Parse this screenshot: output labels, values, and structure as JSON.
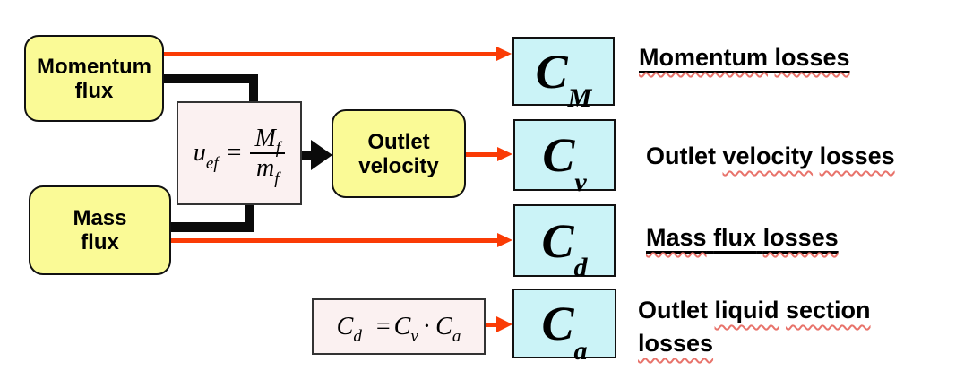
{
  "colors": {
    "box_yellow": "#FAFA96",
    "box_cyan": "#CBF3F7",
    "formula_bg": "#FBF1F1",
    "arrow_red": "#FA3B05",
    "connector_black": "#0A0A0A",
    "squiggle_red": "#E8736B"
  },
  "nodes": {
    "momentum_flux": {
      "line1": "Momentum",
      "line2": "flux"
    },
    "mass_flux": {
      "line1": "Mass",
      "line2": "flux"
    },
    "outlet_velocity": {
      "line1": "Outlet",
      "line2": "velocity"
    }
  },
  "formulas": {
    "velocity": {
      "lhs_base": "u",
      "lhs_sub": "ef",
      "equals": "=",
      "num_base": "M",
      "num_sub": "f",
      "den_base": "m",
      "den_sub": "f"
    },
    "discharge": {
      "lhs_base": "C",
      "lhs_sub": "d",
      "equals": "=",
      "f1_base": "C",
      "f1_sub": "v",
      "operator": "·",
      "f2_base": "C",
      "f2_sub": "a"
    }
  },
  "coefficients": [
    {
      "symbol": "C",
      "subscript": "M"
    },
    {
      "symbol": "C",
      "subscript": "v"
    },
    {
      "symbol": "C",
      "subscript": "d"
    },
    {
      "symbol": "C",
      "subscript": "a"
    }
  ],
  "labels": [
    {
      "id": "momentum-losses",
      "solid_underline": true,
      "lines": [
        [
          {
            "t": "Momentum",
            "w": true
          },
          {
            "t": "losses",
            "w": true
          }
        ]
      ]
    },
    {
      "id": "outlet-velocity-losses",
      "solid_underline": false,
      "lines": [
        [
          {
            "t": "Outlet",
            "w": false
          },
          {
            "t": "velocity",
            "w": true
          },
          {
            "t": "losses",
            "w": true
          }
        ]
      ]
    },
    {
      "id": "mass-flux-losses",
      "solid_underline": true,
      "lines": [
        [
          {
            "t": "Mass",
            "w": true
          },
          {
            "t": "flux",
            "w": false
          },
          {
            "t": "losses",
            "w": true
          }
        ]
      ]
    },
    {
      "id": "outlet-liquid-section-losses",
      "solid_underline": false,
      "lines": [
        [
          {
            "t": "Outlet",
            "w": false
          },
          {
            "t": "liquid",
            "w": true
          },
          {
            "t": "section",
            "w": true
          }
        ],
        [
          {
            "t": "losses",
            "w": true
          }
        ]
      ]
    }
  ]
}
